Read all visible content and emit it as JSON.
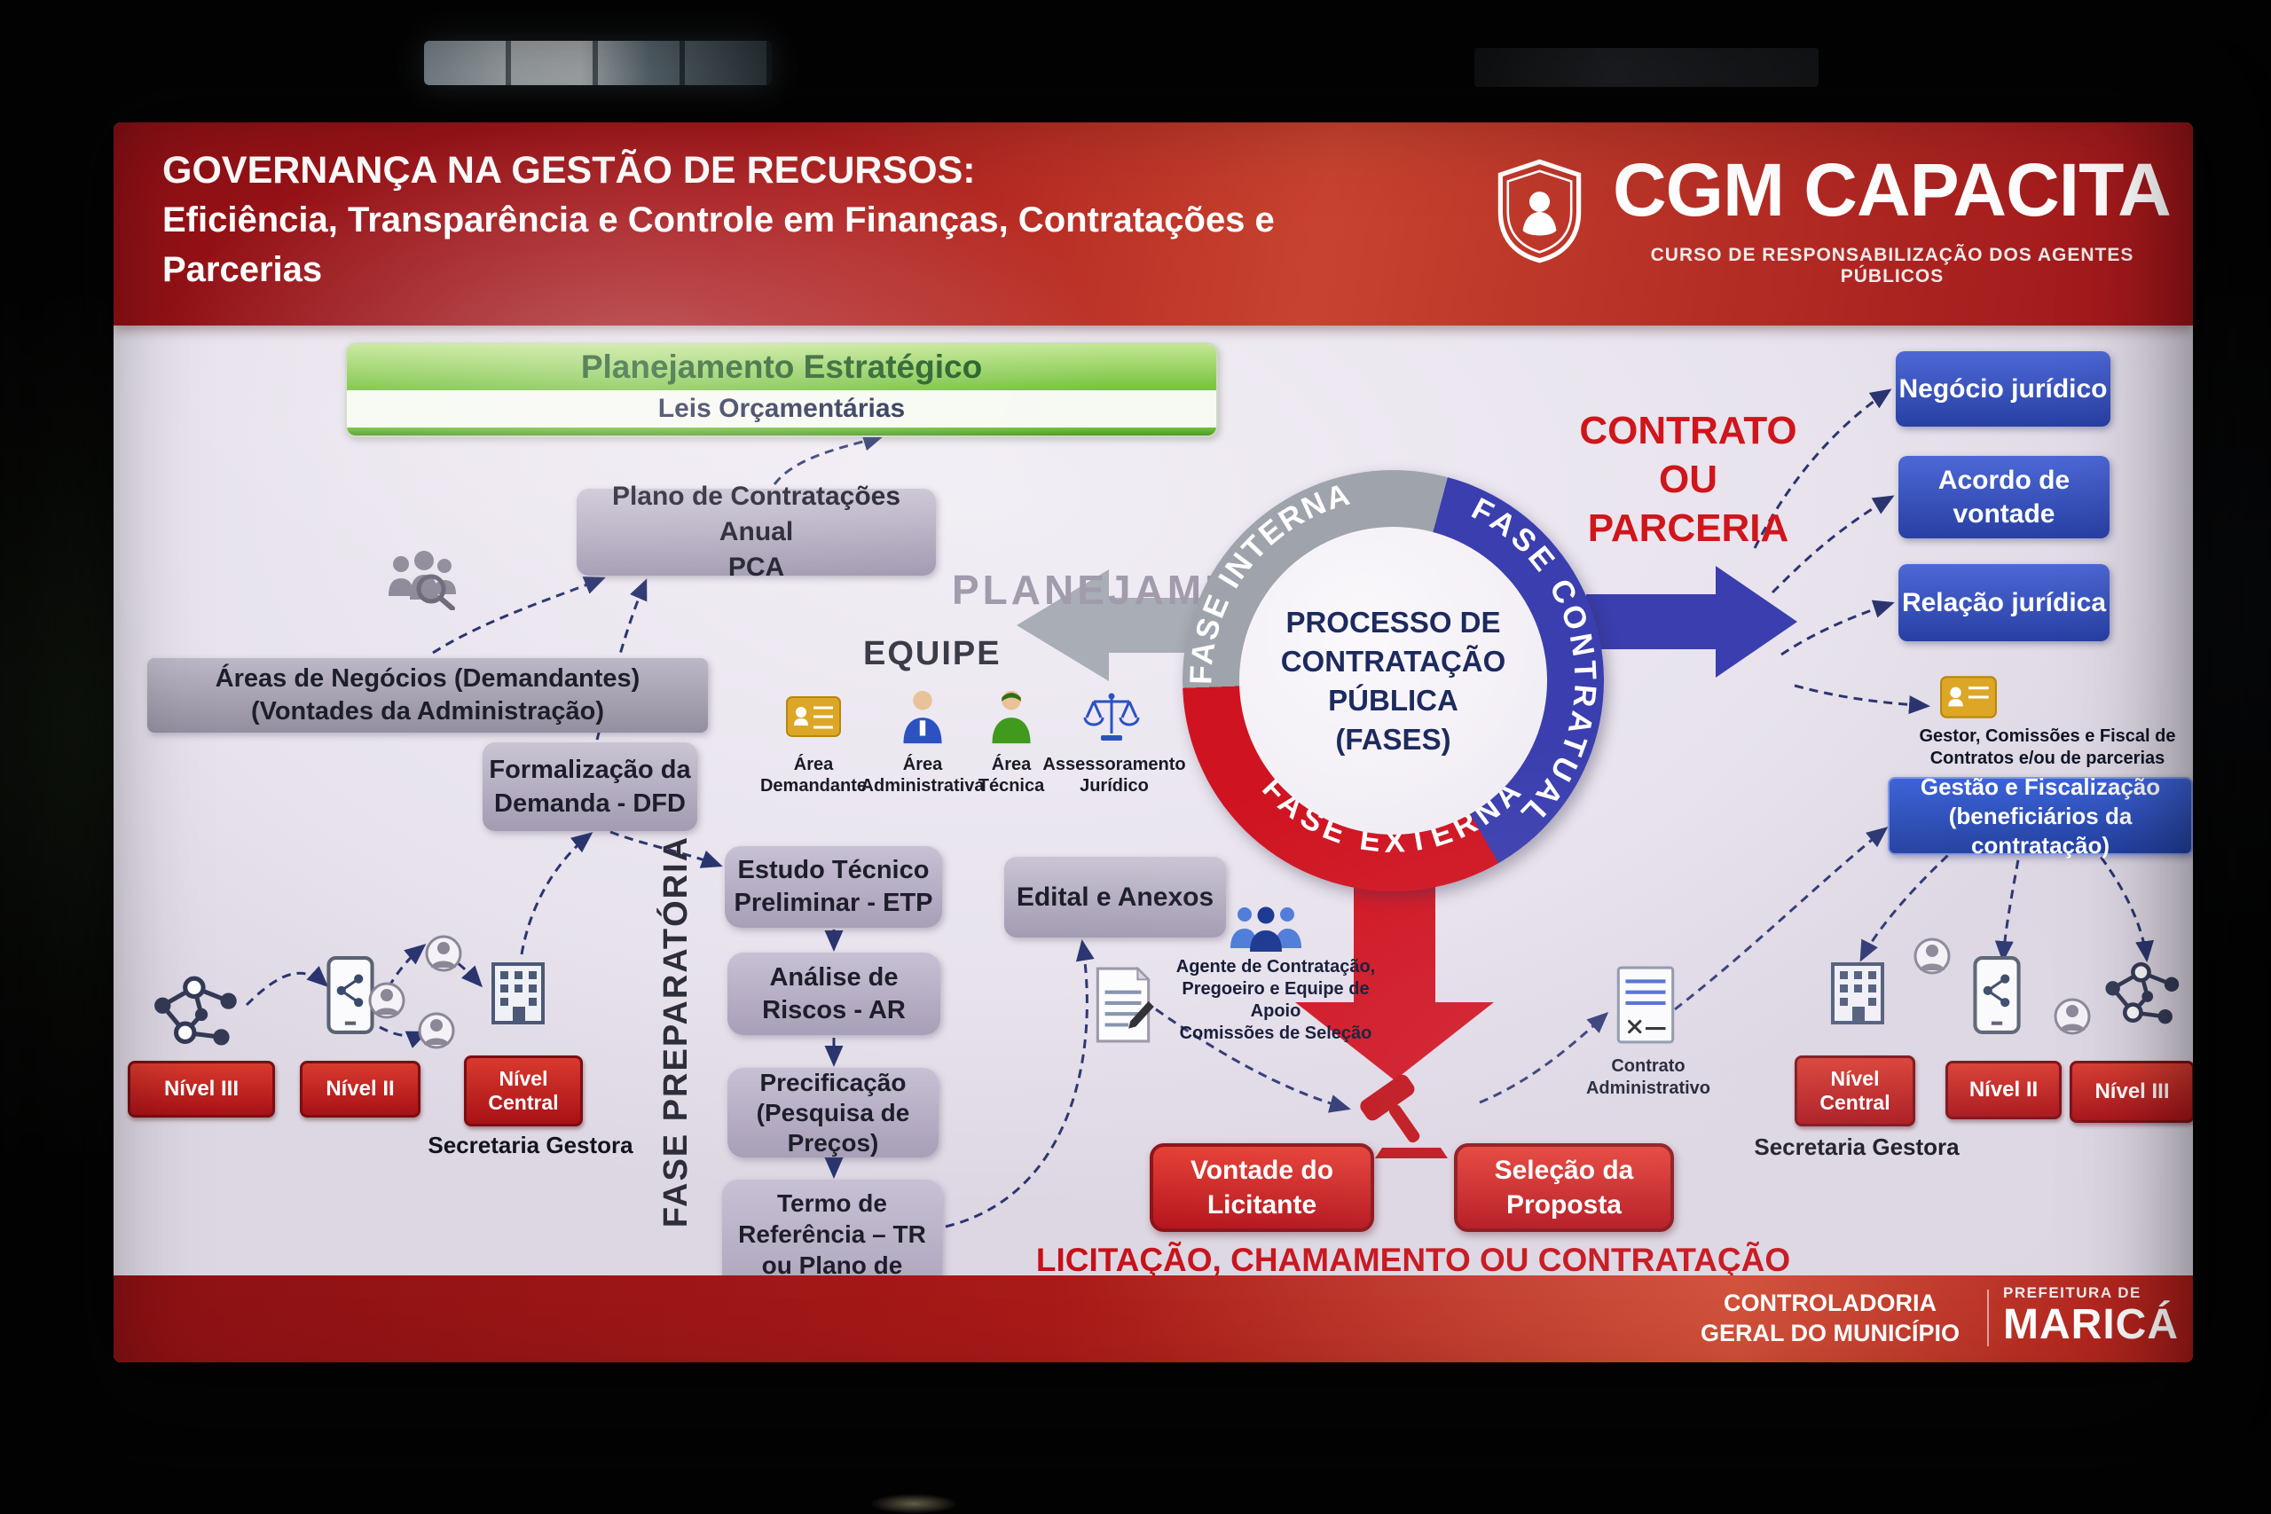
{
  "header": {
    "title_line1": "GOVERNANÇA NA GESTÃO DE RECURSOS:",
    "title_rest": "Eficiência, Transparência e Controle em Finanças, Contratações e\nParcerias",
    "brand": "CGM CAPACITA",
    "brand_subtitle": "CURSO DE RESPONSABILIZAÇÃO DOS AGENTES PÚBLICOS"
  },
  "diagram": {
    "strategic_banner": {
      "title": "Planejamento Estratégico",
      "subtitle": "Leis Orçamentárias"
    },
    "planejamento_label": "PLANEJAMENTO",
    "pca_box": "Plano de Contratações Anual\nPCA",
    "areas_box": "Áreas de Negócios (Demandantes)\n(Vontades da Administração)",
    "formalizacao_box": "Formalização da\nDemanda - DFD",
    "equipe": {
      "label": "EQUIPE",
      "members": [
        {
          "name": "Área\nDemandante",
          "icon": "id-card-icon"
        },
        {
          "name": "Área\nAdministrativa",
          "icon": "person-suit-blue-icon"
        },
        {
          "name": "Área\nTécnica",
          "icon": "person-suit-green-icon"
        },
        {
          "name": "Assessoramento\nJurídico",
          "icon": "scales-icon"
        }
      ]
    },
    "fase_preparatoria_label": "FASE PREPARATÓRIA",
    "prep_boxes": [
      "Estudo Técnico\nPreliminar - ETP",
      "Análise de\nRiscos - AR",
      "Precificação\n(Pesquisa de\nPreços)",
      "Termo de\nReferência – TR\nou Plano de\nTrabalho - PT"
    ],
    "edital_box": "Edital e Anexos",
    "agente_caption": "Agente de Contratação,\nPregoeiro e Equipe de Apoio\nComissões de Seleção",
    "hub": {
      "center": "PROCESSO DE\nCONTRATAÇÃO\nPÚBLICA\n(FASES)",
      "fase_interna": "FASE INTERNA",
      "fase_contratual": "FASE CONTRATUAL",
      "fase_externa": "FASE EXTERNA"
    },
    "contrato_ou_parceria": "CONTRATO\nOU\nPARCERIA",
    "legal_boxes": [
      "Negócio jurídico",
      "Acordo de\nvontade",
      "Relação jurídica"
    ],
    "gestor_caption": "Gestor, Comissões e Fiscal de\nContratos e/ou de parcerias",
    "gestao_box": "Gestão e Fiscalização\n(beneficiários da contratação)",
    "vontade_box": "Vontade do\nLicitante",
    "selecao_box": "Seleção da\nProposta",
    "licitacao_label": "LICITAÇÃO, CHAMAMENTO OU CONTRATAÇÃO DIRETA",
    "contrato_adm_caption": "Contrato\nAdministrativo",
    "left_cluster": {
      "levels": [
        "Nível III",
        "Nível II",
        "Nível\nCentral"
      ],
      "caption": "Secretaria Gestora"
    },
    "right_cluster": {
      "levels": [
        "Nível\nCentral",
        "Nível II",
        "Nível III"
      ],
      "caption": "Secretaria Gestora"
    }
  },
  "footer": {
    "org": "CONTROLADORIA\nGERAL DO MUNICÍPIO",
    "city_label": "PREFEITURA DE",
    "city_name": "MARICÁ"
  },
  "icons": [
    "shield-person-icon",
    "people-search-icon",
    "id-card-icon",
    "person-suit-blue-icon",
    "person-suit-green-icon",
    "scales-icon",
    "document-pencil-icon",
    "team-blue-icon",
    "gavel-icon",
    "contract-document-icon",
    "building-icon",
    "smartphone-share-icon",
    "network-nodes-icon",
    "person-circle-icon"
  ],
  "colors": {
    "header_red": "#a8181b",
    "slide_bg": "#e9e5ee",
    "phase_interna_gray": "#9fa3ab",
    "phase_contratual_blue": "#3a3eae",
    "phase_externa_red": "#d01320",
    "box_gray": "#b1a9bf",
    "action_red": "#c01118",
    "legal_blue": "#2f4cb4",
    "banner_green": "#5fb52e",
    "hub_text_navy": "#1c2a5e"
  }
}
